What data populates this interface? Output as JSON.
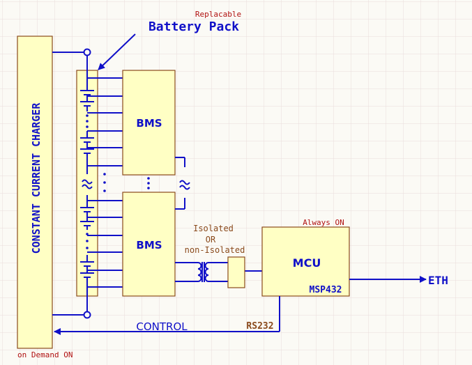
{
  "colors": {
    "wire": "#1010c8",
    "box_fill": "#ffffc4",
    "box_stroke": "#8a4a1c",
    "grid": "#e9dede",
    "note": "#b01010",
    "label": "#1010c8"
  },
  "labels": {
    "charger": "CONSTANT CURRENT CHARGER",
    "on_demand": "on Demand ON",
    "replacable": "Replacable",
    "battery_pack": "Battery Pack",
    "bms_top": "BMS",
    "bms_bottom": "BMS",
    "isolated": "Isolated",
    "or": "OR",
    "non_isolated": "non-Isolated",
    "always_on": "Always ON",
    "mcu": "MCU",
    "msp432": "MSP432",
    "eth": "ETH",
    "control": "CONTROL",
    "rs232": "RS232"
  }
}
